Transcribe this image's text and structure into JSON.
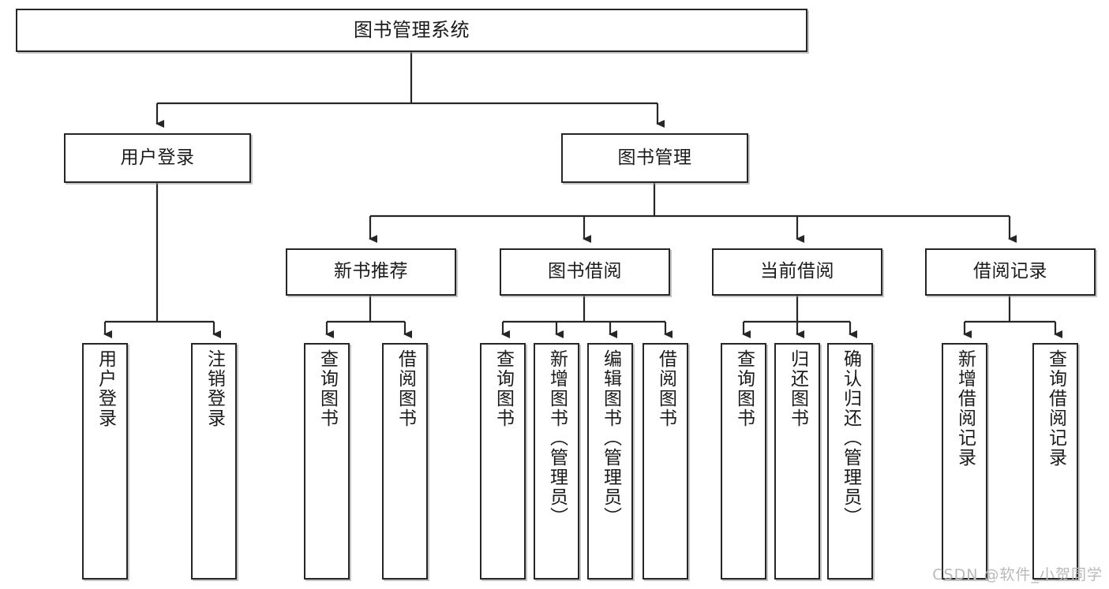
{
  "diagram": {
    "title": "图书管理系统",
    "type": "tree-hierarchy-diagram",
    "watermark": "CSDN @软件_小贺同学",
    "colors": {
      "node_border": "#262626",
      "node_fill": "#ffffff",
      "edge": "#262626",
      "text": "#1b1b1b",
      "watermark": "#b9b9b9",
      "background": "#ffffff"
    },
    "nodes": {
      "root": {
        "label": "图书管理系统"
      },
      "level2": [
        {
          "id": "user-login",
          "label": "用户登录"
        },
        {
          "id": "book-manage",
          "label": "图书管理"
        }
      ],
      "level3": [
        {
          "id": "new-book-recommend",
          "label": "新书推荐"
        },
        {
          "id": "book-borrow",
          "label": "图书借阅"
        },
        {
          "id": "current-borrow",
          "label": "当前借阅"
        },
        {
          "id": "borrow-record",
          "label": "借阅记录"
        }
      ],
      "leaves": {
        "user-login": [
          {
            "id": "leaf-user-login",
            "label": "用户登录"
          },
          {
            "id": "leaf-logout",
            "label": "注销登录"
          }
        ],
        "new-book-recommend": [
          {
            "id": "leaf-query-book-1",
            "label": "查询图书"
          },
          {
            "id": "leaf-borrow-book-1",
            "label": "借阅图书"
          }
        ],
        "book-borrow": [
          {
            "id": "leaf-query-book-2",
            "label": "查询图书"
          },
          {
            "id": "leaf-add-book",
            "label": "新增图书（管理员）"
          },
          {
            "id": "leaf-edit-book",
            "label": "编辑图书（管理员）"
          },
          {
            "id": "leaf-borrow-book-2",
            "label": "借阅图书"
          }
        ],
        "current-borrow": [
          {
            "id": "leaf-query-book-3",
            "label": "查询图书"
          },
          {
            "id": "leaf-return-book",
            "label": "归还图书"
          },
          {
            "id": "leaf-confirm-return",
            "label": "确认归还（管理员）"
          }
        ],
        "borrow-record": [
          {
            "id": "leaf-add-record",
            "label": "新增借阅记录"
          },
          {
            "id": "leaf-query-record",
            "label": "查询借阅记录"
          }
        ]
      }
    }
  }
}
